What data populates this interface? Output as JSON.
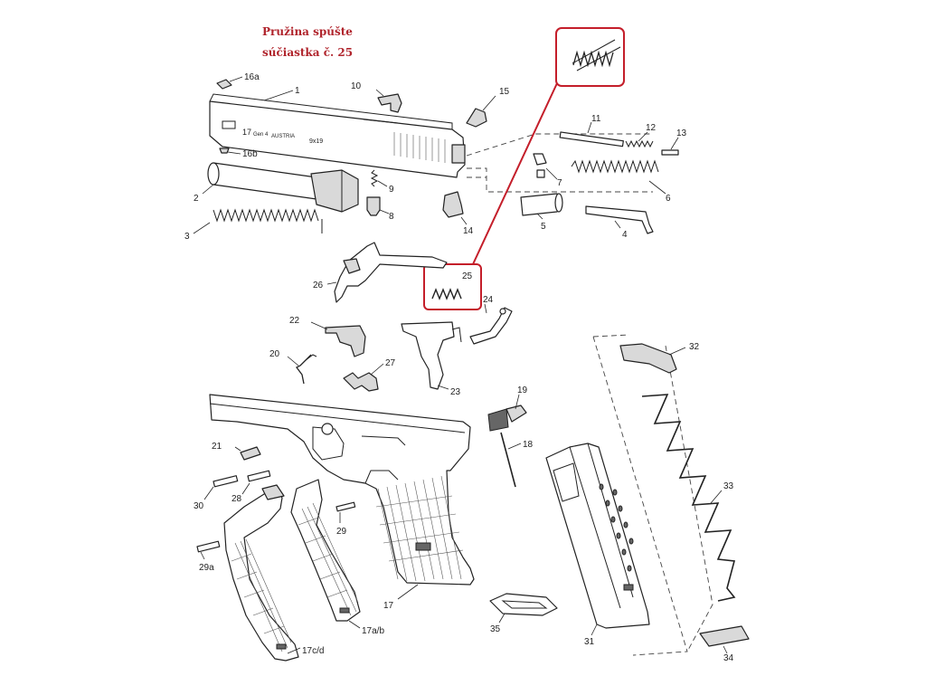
{
  "caption": {
    "line1": "Pružina spúšte",
    "line2": "súčiastka č. 25"
  },
  "highlight_color": "#c41e2a",
  "highlighted_part": "25",
  "labels": {
    "p1": "1",
    "p2": "2",
    "p3": "3",
    "p4": "4",
    "p5": "5",
    "p6": "6",
    "p7": "7",
    "p8": "8",
    "p9": "9",
    "p10": "10",
    "p11": "11",
    "p12": "12",
    "p13": "13",
    "p14": "14",
    "p15": "15",
    "p16a": "16a",
    "p16b": "16b",
    "p17": "17",
    "p17ab": "17a/b",
    "p17cd": "17c/d",
    "p18": "18",
    "p19": "19",
    "p20": "20",
    "p21": "21",
    "p22": "22",
    "p23": "23",
    "p24": "24",
    "p25": "25",
    "p26": "26",
    "p27": "27",
    "p28": "28",
    "p29": "29",
    "p29a": "29a",
    "p30": "30",
    "p31": "31",
    "p32": "32",
    "p33": "33",
    "p34": "34",
    "p35": "35"
  },
  "slide_markings": {
    "model": "17",
    "gen": "Gen 4",
    "country": "AUSTRIA",
    "caliber": "9x19"
  }
}
